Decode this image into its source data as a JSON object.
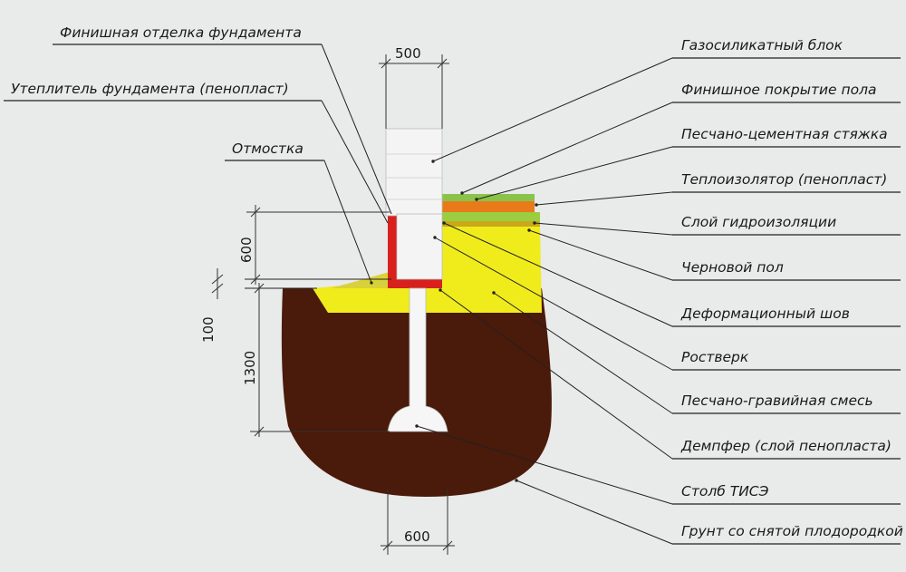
{
  "labels_left": {
    "finish_foundation": "Финишная отделка фундамента",
    "insulation_foundation": "Утеплитель фундамента (пенопласт)",
    "blind_area": "Отмостка"
  },
  "labels_right": [
    "Газосиликатный блок",
    "Финишное покрытие пола",
    "Песчано-цементная стяжка",
    "Теплоизолятор (пенопласт)",
    "Слой гидроизоляции",
    "Черновой пол",
    "Деформационный шов",
    "Ростверк",
    "Песчано-гравийная смесь",
    "Демпфер (слой пенопласта)",
    "Столб ТИСЭ",
    "Грунт со снятой плодородкой"
  ],
  "dimensions": {
    "wall_width": "500",
    "plinth_height": "600",
    "gap": "100",
    "pile_depth": "1300",
    "base_width": "600"
  },
  "colors": {
    "background": "#e9eaea",
    "soil": "#4a1a0a",
    "sand_gravel": "#f0ec1c",
    "insulation_red": "#d8201c",
    "block": "#f4f4f4",
    "screed": "#e87a1a",
    "floor_finish": "#8bc34a",
    "waterproof": "#8fbf3a"
  }
}
